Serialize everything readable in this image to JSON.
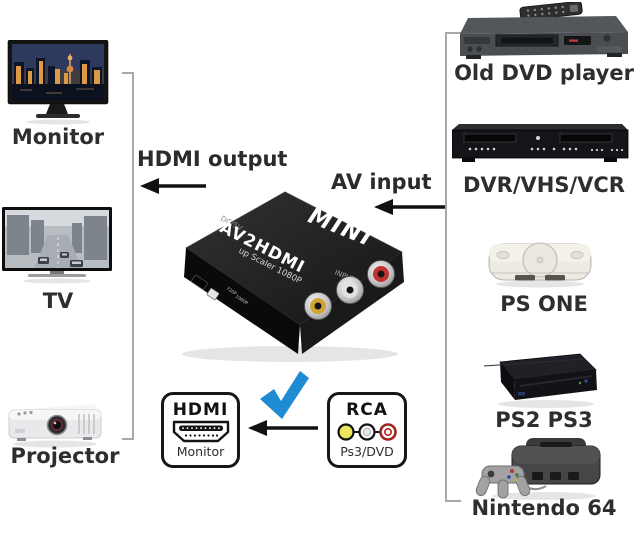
{
  "page": {
    "background": "#ffffff"
  },
  "left_devices": [
    {
      "id": "monitor",
      "label": "Monitor"
    },
    {
      "id": "tv",
      "label": "TV"
    },
    {
      "id": "projector",
      "label": "Projector"
    }
  ],
  "right_devices": [
    {
      "id": "old-dvd-player",
      "label": "Old DVD player"
    },
    {
      "id": "dvr-vhs-vcr",
      "label": "DVR/VHS/VCR"
    },
    {
      "id": "ps-one",
      "label": "PS ONE"
    },
    {
      "id": "ps2-ps3",
      "label": "PS2 PS3"
    },
    {
      "id": "nintendo-64",
      "label": "Nintendo 64"
    }
  ],
  "connections": {
    "hdmi_output_label": "HDMI output",
    "av_input_label": "AV input"
  },
  "converter": {
    "brand": "MINI",
    "model": "AV2HDMI",
    "subtitle": "up Scaler 1080P",
    "power_port_label": "DC/5V",
    "input_label": "INPUT",
    "switch_labels": [
      "720P",
      "1080P"
    ]
  },
  "cards": {
    "hdmi": {
      "title": "HDMI",
      "caption": "Monitor"
    },
    "rca": {
      "title": "RCA",
      "caption": "Ps3/DVD"
    }
  },
  "colors": {
    "check_blue": "#1f8bd3",
    "label_text": "#2e2e2e",
    "bracket_gray": "#a8a8a8",
    "arrow_black": "#111111",
    "rca_yellow": "#ece75a",
    "rca_white": "#f6f6f6",
    "rca_red": "#b3261e"
  }
}
